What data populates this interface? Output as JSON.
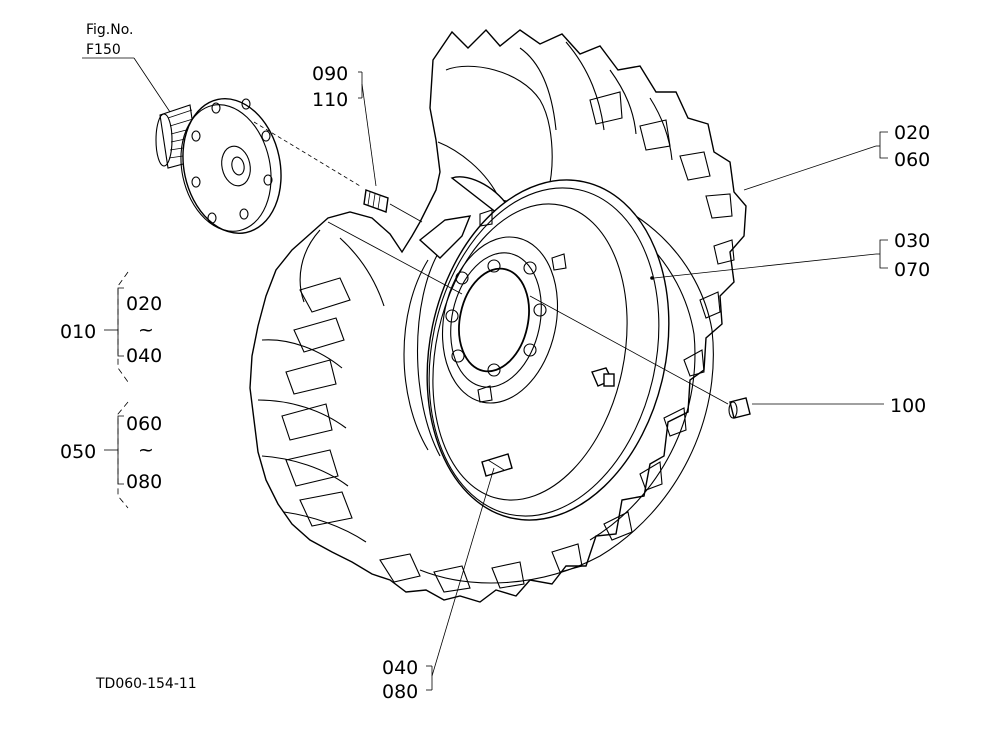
{
  "figure_ref": {
    "line1": "Fig.No.",
    "line2": "F150"
  },
  "drawing_code": "TD060-154-11",
  "callouts": {
    "c020_060": [
      "020",
      "060"
    ],
    "c030_070": [
      "030",
      "070"
    ],
    "c090_110": [
      "090",
      "110"
    ],
    "c100": "100",
    "c040_080": [
      "040",
      "080"
    ]
  },
  "groups": {
    "g010": {
      "parent": "010",
      "from": "020",
      "sep": "~",
      "to": "040"
    },
    "g050": {
      "parent": "050",
      "from": "060",
      "sep": "~",
      "to": "080"
    }
  }
}
